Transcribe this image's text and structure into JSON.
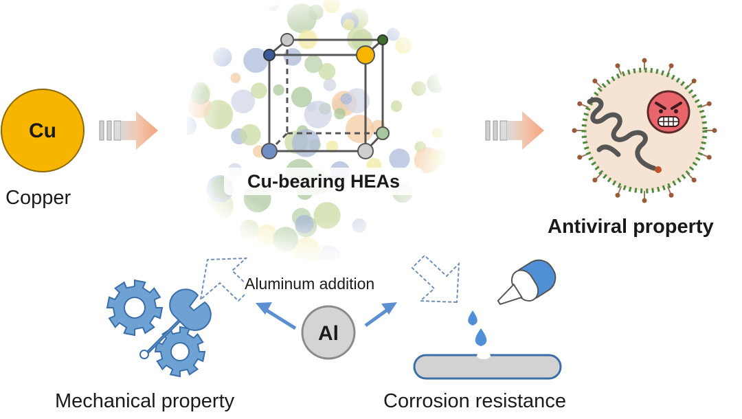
{
  "copper": {
    "symbol": "Cu",
    "label": "Copper"
  },
  "hea": {
    "label": "Cu-bearing HEAs"
  },
  "antiviral": {
    "label": "Antiviral property"
  },
  "aluminum": {
    "symbol": "Al",
    "label": "Aluminum addition"
  },
  "mechanical": {
    "label": "Mechanical property"
  },
  "corrosion": {
    "label": "Corrosion resistance"
  },
  "colors": {
    "copper": "#f7b500",
    "arrow_fill": "#f4a37c",
    "dashed_arrow": "#6f8fb8",
    "blue_arrow": "#5b8fd0",
    "gear": "#6ea2d4",
    "virus_body": "#f5e4d3",
    "virus_ring": "#4f8a3c",
    "virus_face": "#e8666b",
    "al_circle": "#d4d4d4",
    "plate": "#d2d2d2",
    "droplet": "#4f8fd6"
  },
  "icons": [
    "copper-sphere",
    "gray-right-arrow",
    "cubic-lattice",
    "virus-icon",
    "angry-face-icon",
    "dashed-arrow",
    "al-sphere",
    "gear-wrench-icon",
    "pipette-icon",
    "droplet-icon",
    "metal-plate"
  ]
}
